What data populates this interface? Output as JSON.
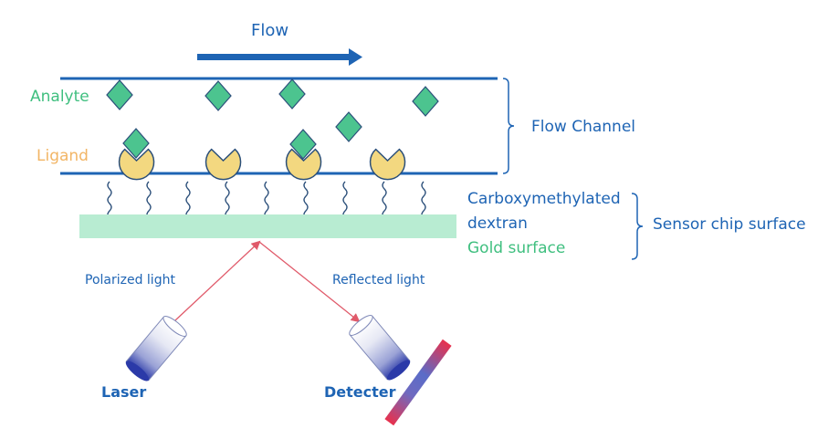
{
  "labels": {
    "flow": "Flow",
    "analyte": "Analyte",
    "ligand": "Ligand",
    "flow_channel": "Flow Channel",
    "carboxymethylated_line1": "Carboxymethylated",
    "carboxymethylated_line2": "dextran",
    "gold_surface": "Gold surface",
    "sensor_chip_surface": "Sensor chip surface",
    "polarized_light": "Polarized light",
    "reflected_light": "Reflected light",
    "laser": "Laser",
    "detector": "Detecter"
  },
  "colors": {
    "primary_blue": "#1e64b4",
    "analyte_green": "#3fbf7f",
    "analyte_fill": "#4cc48f",
    "ligand_orange": "#f2b565",
    "ligand_fill": "#f3d880",
    "gold_band": "#b8ecd2",
    "ray_red": "#e05a6a",
    "detector_bar_red": "#e8314d",
    "detector_bar_blue": "#5a6cc8"
  }
}
